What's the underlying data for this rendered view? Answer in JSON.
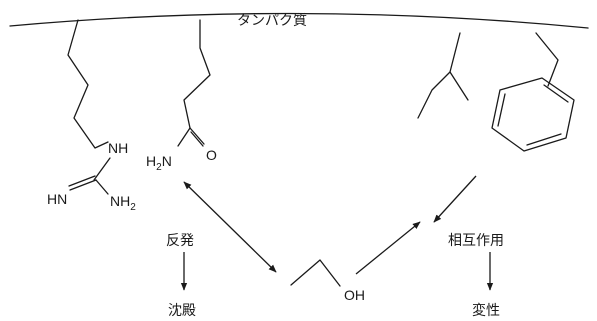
{
  "title": "タンパク質",
  "side_chains": {
    "arginine": {
      "nh": "NH",
      "hn": "HN",
      "nh2": "NH",
      "nh2_sub": "2"
    },
    "glutamine": {
      "h2n_h": "H",
      "h2n_sub": "2",
      "h2n_n": "N",
      "o": "O"
    }
  },
  "ethanol": {
    "oh": "OH"
  },
  "left_path": {
    "label": "反発",
    "result": "沈殿"
  },
  "right_path": {
    "label": "相互作用",
    "result": "変性"
  }
}
